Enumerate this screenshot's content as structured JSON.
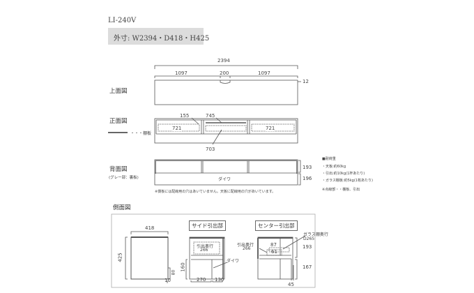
{
  "model": "LI-240V",
  "outer_size": "外寸: W2394・D418・H425",
  "top_view": {
    "label": "上面図",
    "width": "2394",
    "left": "1097",
    "center": "200",
    "right": "1097",
    "thickness": "12"
  },
  "front_view": {
    "label": "正面図",
    "legend": "・・・棚板",
    "dim_155": "155",
    "dim_745": "745",
    "dim_703": "703",
    "dim_721_left": "721",
    "dim_721_right": "721"
  },
  "back_view": {
    "label": "背面図",
    "sublabel": "(グレー部：裏板)",
    "brand": "ダイワ",
    "upper": "193",
    "lower": "196"
  },
  "note": "※側板には配線用の穴はあいていません。天板に配線用の穴があいています。",
  "load": {
    "title": "■耐荷重",
    "items": [
      "・天板:約60kg",
      "・引出:約10kg(1杯あたり)",
      "・ガラス棚板:約5kg(1枚あたり)"
    ],
    "dotted_note": "※点線部・・棚板、引出"
  },
  "side_view": {
    "label": "側面図",
    "depth": "418",
    "height": "425",
    "foot_h": "80",
    "foot_w": "10",
    "side_drawer": {
      "title": "サイド引出部",
      "depth_label": "引出奥行",
      "depth": "266",
      "height": "160",
      "bottom_a": "270",
      "bottom_b": "130",
      "brand": "ダイワ"
    },
    "center_drawer": {
      "title": "センター引出部",
      "glass_label": "ガラス棚奥行",
      "glass_depth": "D265",
      "depth_label": "引出奥行",
      "depth": "266",
      "dim_87": "87",
      "dim_61": "61",
      "upper": "193",
      "lower": "167",
      "bottom": "45"
    }
  }
}
